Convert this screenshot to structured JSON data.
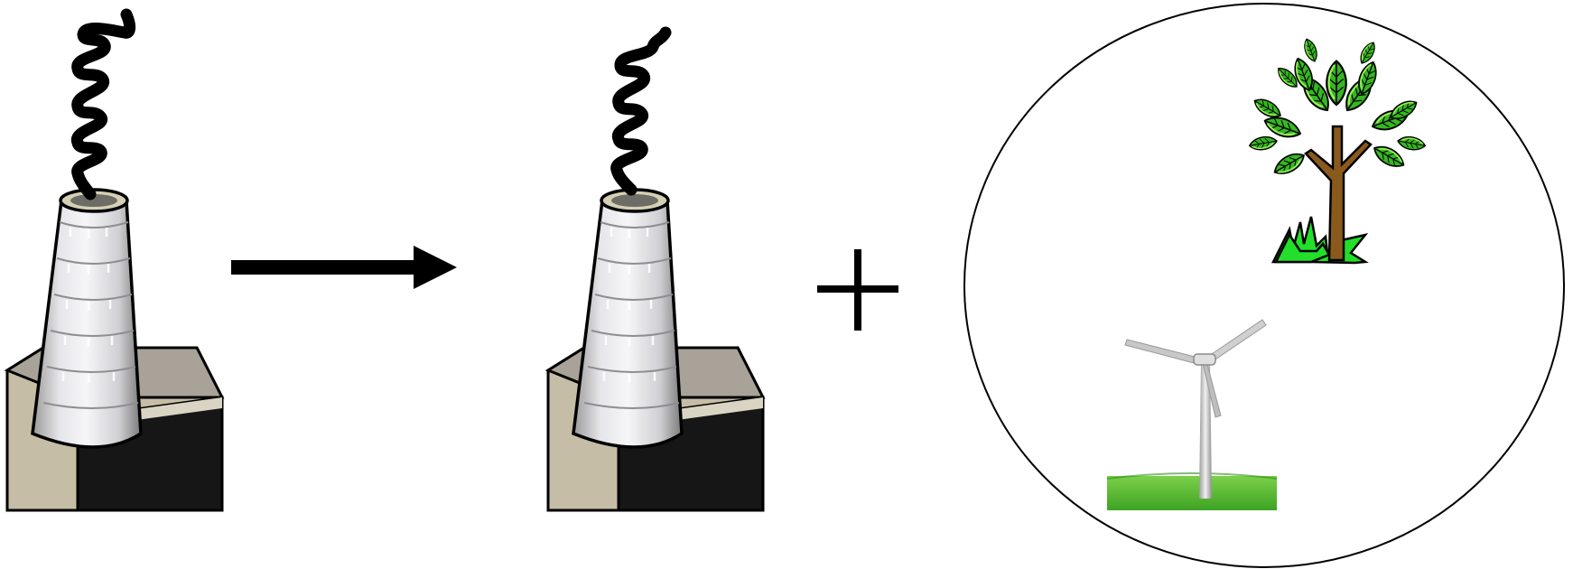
{
  "diagram": {
    "items": [
      {
        "name": "factory-chimney-before",
        "icon": "factory-chimney-icon"
      },
      {
        "name": "arrow",
        "icon": "arrow-right-icon"
      },
      {
        "name": "factory-chimney-after",
        "icon": "factory-chimney-icon"
      },
      {
        "name": "plus",
        "icon": "plus-icon"
      },
      {
        "name": "green-alternatives",
        "icons": [
          "tree-icon",
          "wind-turbine-icon"
        ]
      }
    ],
    "colors": {
      "smoke": "#000000",
      "chimney_light": "#f2f2f4",
      "chimney_shade": "#8a8a8a",
      "chimney_rim": "#d4d0b5",
      "base_top": "#a7a29a",
      "base_side": "#c9c0aa",
      "base_dark": "#1a1a1a",
      "leaf": "#33b520",
      "leaf_light": "#7ee640",
      "trunk": "#8a5a1c",
      "grass": "#22e02a",
      "ground": "#57bb2f",
      "turbine": "#b9b9b9"
    }
  }
}
